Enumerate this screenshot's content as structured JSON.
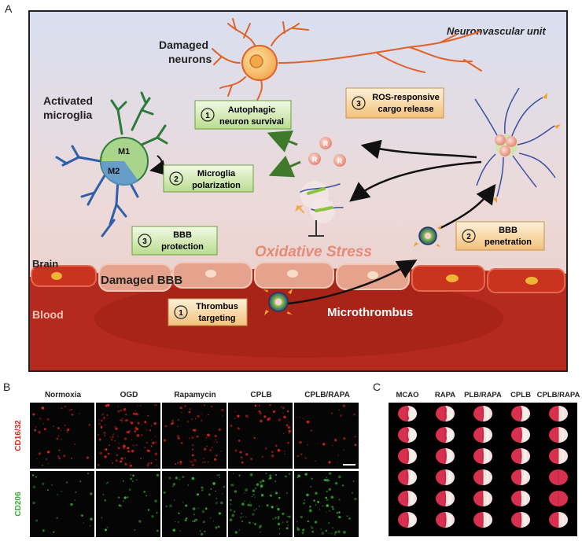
{
  "panel_a": {
    "letter": "A",
    "title": "Neuronvascular unit",
    "damaged_neurons": [
      "Damaged",
      "neurons"
    ],
    "activated_microglia": [
      "Activated",
      "microglia"
    ],
    "m1": "M1",
    "m2": "M2",
    "brain": "Brain",
    "blood": "Blood",
    "damaged_bbb": "Damaged BBB",
    "oxidative_stress": "Oxidative Stress",
    "microthrombus": "Microthrombus",
    "rapa_symbol": "R",
    "boxes": {
      "autophagic": {
        "num": "1",
        "lines": [
          "Autophagic",
          "neuron survival"
        ]
      },
      "microglia_pol": {
        "num": "2",
        "lines": [
          "Microglia",
          "polarization"
        ]
      },
      "bbb_protection": {
        "num": "3",
        "lines": [
          "BBB",
          "protection"
        ]
      },
      "ros_release": {
        "num": "3",
        "lines": [
          "ROS-responsive",
          "cargo release"
        ]
      },
      "bbb_penetration": {
        "num": "2",
        "lines": [
          "BBB",
          "penetration"
        ]
      },
      "thrombus_targeting": {
        "num": "1",
        "lines": [
          "Thrombus",
          "targeting"
        ]
      }
    },
    "colors": {
      "green_box": "#e4f3cf",
      "orange_box": "#fbe3b8",
      "blood": "#b52a1e",
      "oxidative": "#e58a74"
    }
  },
  "panel_b": {
    "letter": "B",
    "columns": [
      "Normoxia",
      "OGD",
      "Rapamycin",
      "CPLB",
      "CPLB/RAPA"
    ],
    "rows": [
      {
        "label": "CD16/32",
        "color": "#d9261c"
      },
      {
        "label": "CD206",
        "color": "#3aa935"
      }
    ]
  },
  "panel_c": {
    "letter": "C",
    "columns": [
      "MCAO",
      "RAPA",
      "PLB/RAPA",
      "CPLB",
      "CPLB/RAPA"
    ],
    "slices_per_column": 6
  }
}
